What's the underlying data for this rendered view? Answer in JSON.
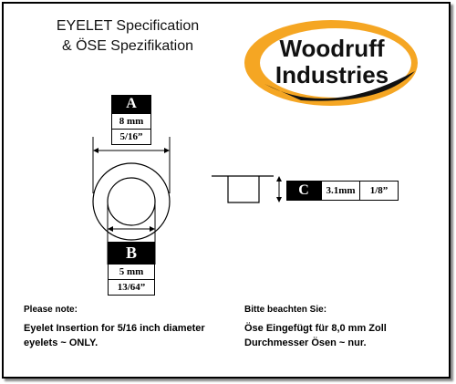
{
  "title": {
    "line1": "EYELET Specification",
    "line2": "& ÖSE Spezifikation"
  },
  "logo": {
    "line1": "Woodruff",
    "line2": "Industries",
    "colors": {
      "ring": "#f5a623",
      "text": "#111111"
    }
  },
  "dimension_a": {
    "label": "A",
    "metric": "8 mm",
    "imperial": "5/16”"
  },
  "dimension_b": {
    "label": "B",
    "metric": "5 mm",
    "imperial": "13/64”"
  },
  "dimension_c": {
    "label": "C",
    "metric": "3.1mm",
    "imperial": "1/8”"
  },
  "note_en": {
    "heading": "Please note:",
    "line1": "Eyelet Insertion for 5/16 inch diameter",
    "line2": "eyelets ~ ONLY."
  },
  "note_de": {
    "heading": "Bitte beachten Sie:",
    "line1": "Öse Eingefügt für 8,0 mm Zoll",
    "line2": "Durchmesser Ösen ~ nur."
  }
}
